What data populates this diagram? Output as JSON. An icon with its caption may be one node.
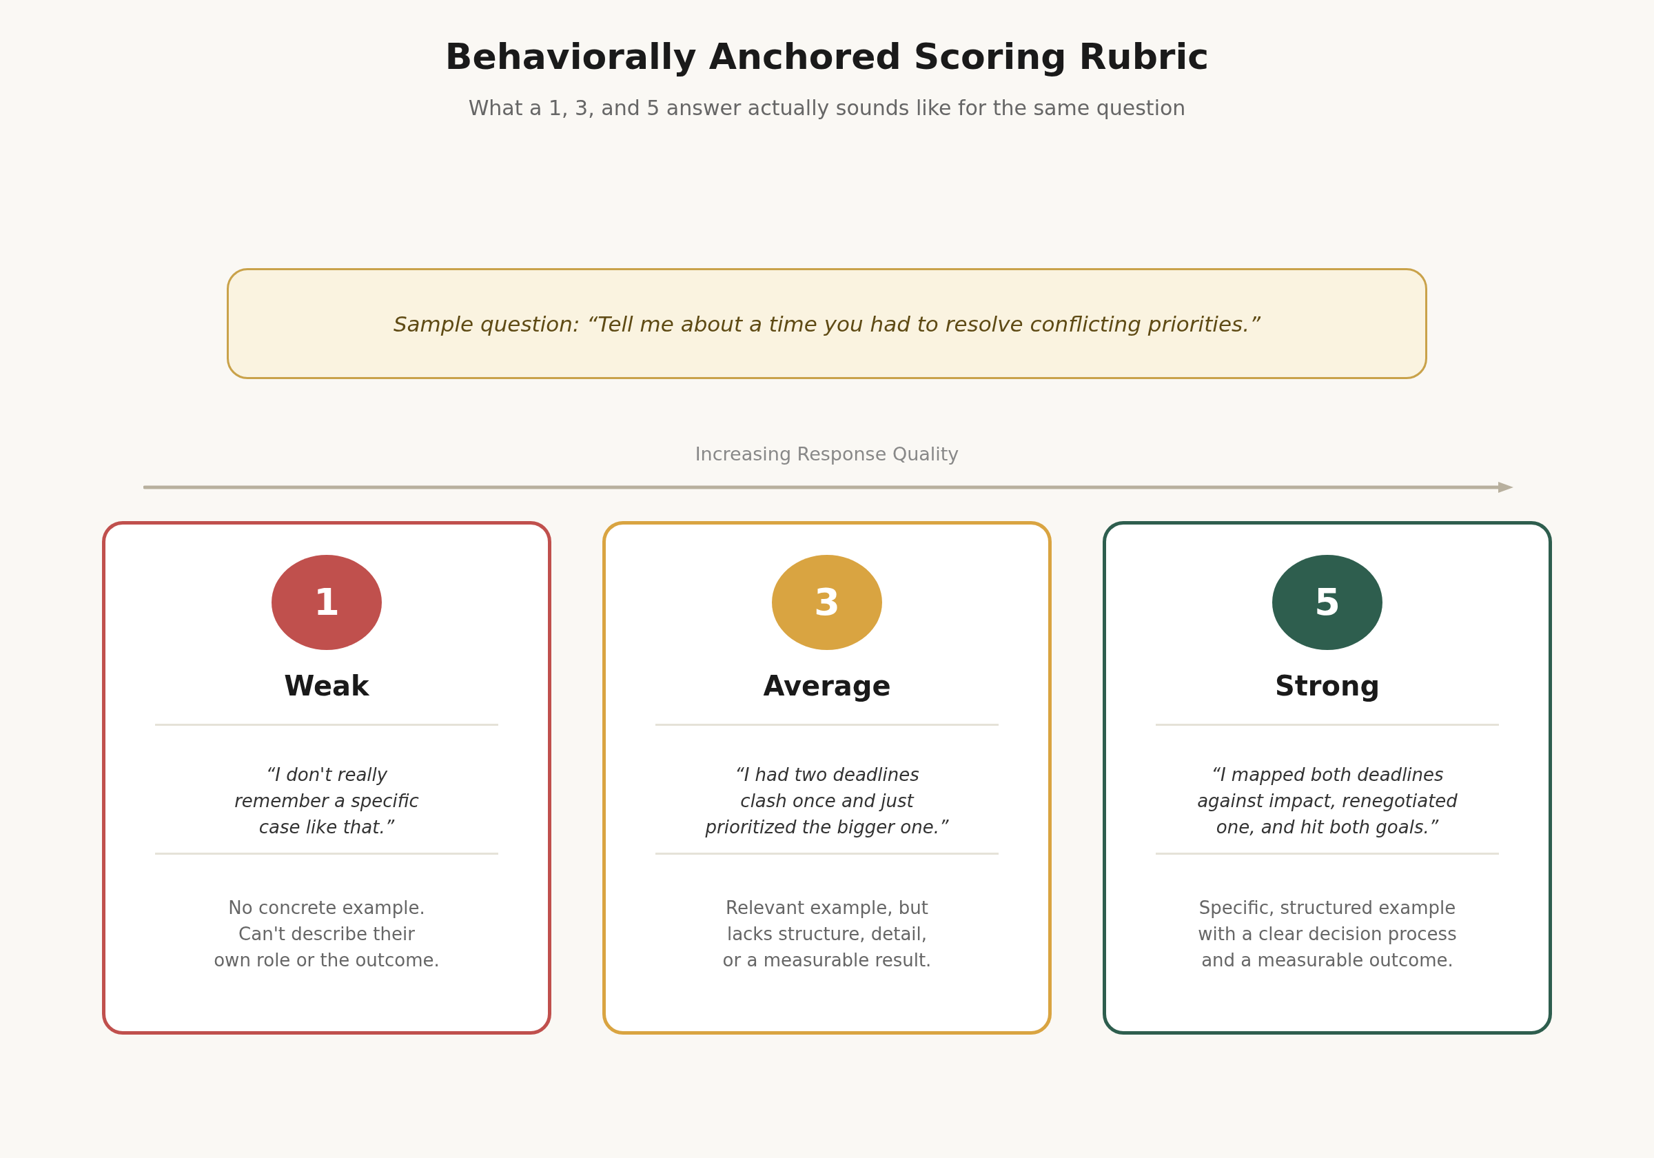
{
  "diagram": {
    "title": "Behaviorally Anchored Scoring Rubric",
    "nodes": [
      {
        "text": [
          "Sample question: “Tell me about a time you had to resolve conflicting priorities.”"
        ]
      },
      {
        "text": [
          "Weak",
          "“I don't really remember a specific case like that.”",
          "No concrete example. Can't describe their own role or the outcome."
        ]
      },
      {
        "text": [
          "1"
        ],
        "in": 1
      },
      {
        "text": [
          "Average",
          "“I had two deadlines clash once and just prioritized the bigger one.”",
          "Relevant example, but lacks structure, detail, or a measurable result."
        ]
      },
      {
        "text": [
          "3"
        ],
        "in": 3
      },
      {
        "text": [
          "Strong",
          "“I mapped both deadlines against impact, renegotiated one, and hit both goals.”",
          "Specific, structured example with a clear decision process and a measurable outcome."
        ]
      },
      {
        "text": [
          "5"
        ],
        "in": 5
      }
    ],
    "labels": [
      "What a 1, 3, and 5 answer actually sounds like for the same question",
      "Increasing Response Quality"
    ]
  }
}
